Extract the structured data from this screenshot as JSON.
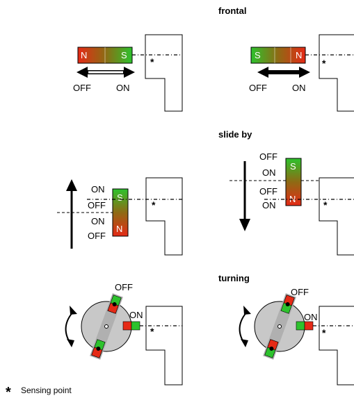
{
  "sections": {
    "frontal": "frontal",
    "slide_by": "slide by",
    "turning": "turning"
  },
  "labels": {
    "N": "N",
    "S": "S",
    "ON": "ON",
    "OFF": "OFF",
    "star": "*"
  },
  "legend": {
    "symbol": "*",
    "text": "Sensing point"
  },
  "colors": {
    "north": "#e52a16",
    "south": "#2dc22d",
    "mid": "#8f6a14",
    "disk": "#c8c8c8",
    "bracket": "#b0b0b0"
  }
}
